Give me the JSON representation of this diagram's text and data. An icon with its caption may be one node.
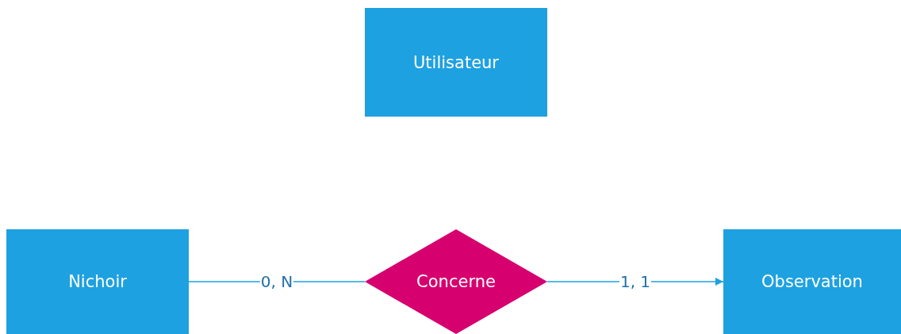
{
  "diagram": {
    "nodes": [
      {
        "text": [
          "Utilisateur"
        ]
      },
      {
        "text": [
          "Nichoir"
        ]
      },
      {
        "text": [
          "Concerne"
        ]
      },
      {
        "text": [
          "Observation"
        ]
      }
    ],
    "edges": [
      {
        "from": 1,
        "to": 2,
        "arrow": "none",
        "label": "0, N"
      },
      {
        "from": 2,
        "to": 3,
        "arrow": "to",
        "label": "1, 1"
      }
    ]
  }
}
